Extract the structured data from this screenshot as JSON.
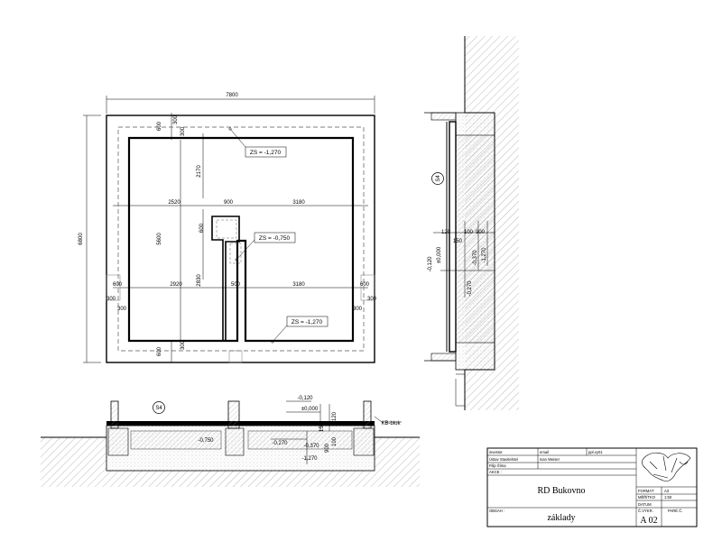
{
  "plan": {
    "dim_top": "7800",
    "dim_left": "6800",
    "dim_2170": "2170",
    "dim_2520": "2520",
    "dim_900": "900",
    "dim_3180_top": "3180",
    "dim_5600": "5600",
    "dim_600_a": "600",
    "dim_600_b": "600",
    "dim_300_a": "300",
    "dim_300_b": "300",
    "dim_2830": "2830",
    "dim_600_left": "600",
    "dim_300_left": "300",
    "dim_2920": "2920",
    "dim_500": "500",
    "dim_3180_mid": "3180",
    "dim_600_right": "600",
    "dim_300_right": "300",
    "dim_300_lower_left": "300",
    "dim_300_lower_right": "300",
    "dim_600_bot": "600",
    "dim_300_bot": "300",
    "zs_1": "ZS = -1,270",
    "zs_2": "ZS = -0,750",
    "zs_3": "ZS = -1,270"
  },
  "section_right": {
    "s4": "S4",
    "dim_120": "120",
    "dim_150": "150",
    "dim_100": "100",
    "dim_900": "900",
    "lvl_m0120": "-0,120",
    "lvl_0000": "±0,000",
    "lvl_m0370": "-0,370",
    "lvl_m1270": "-1,270",
    "lvl_m0270": "-0,270"
  },
  "section_bottom": {
    "s4": "S4",
    "lvl_m0120": "-0,120",
    "lvl_0000": "±0,000",
    "dim_120": "120",
    "dim_150": "150",
    "dim_900": "900",
    "dim_100": "100",
    "lvl_m0750": "-0,750",
    "lvl_m0270": "-0,270",
    "lvl_m0370": "-0,370",
    "lvl_m1270": "-1,270",
    "kb_blok": "KB-blok"
  },
  "title_block": {
    "investor_label": "investor",
    "investor_value": "email",
    "investor_col3": "ppl.vy01",
    "staff_label": "Ústav Stavitelství",
    "staff_value": "Ivan Weiser",
    "author_label": "Filip Šíma",
    "akce_label": "AKCE :",
    "project_name": "RD Bukovno",
    "format_label": "FORMÁT",
    "format_value": "A3",
    "scale_label": "MĚŘÍTKO",
    "scale_value": "1:50",
    "date_label": "DATUM",
    "date_value": "",
    "content_label": "OBSAH :",
    "content_value": "základy",
    "drawing_no_label": "Č.VÝKR.",
    "drawing_no_value": "A 02",
    "part_label": "PARÉ Č."
  }
}
